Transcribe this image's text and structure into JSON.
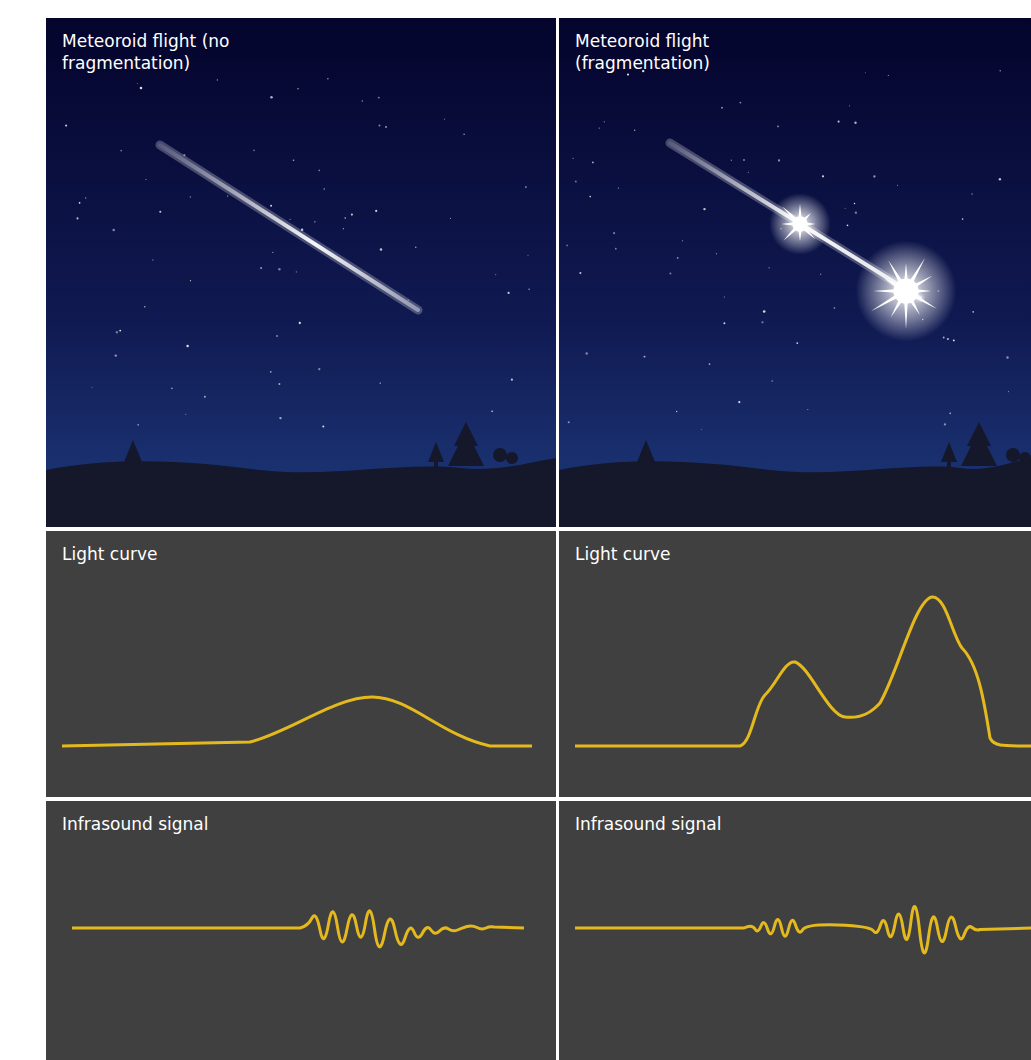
{
  "diagram": {
    "nodes": [
      {
        "text": [
          "Meteoroid flight (no fragmentation)"
        ]
      },
      {
        "text": [
          "Meteoroid flight (fragmentation)"
        ]
      },
      {
        "text": [
          "Light curve"
        ]
      },
      {
        "text": [
          "Light curve"
        ]
      },
      {
        "text": [
          "Infrasound signal"
        ]
      },
      {
        "text": [
          "Infrasound signal"
        ]
      }
    ]
  }
}
